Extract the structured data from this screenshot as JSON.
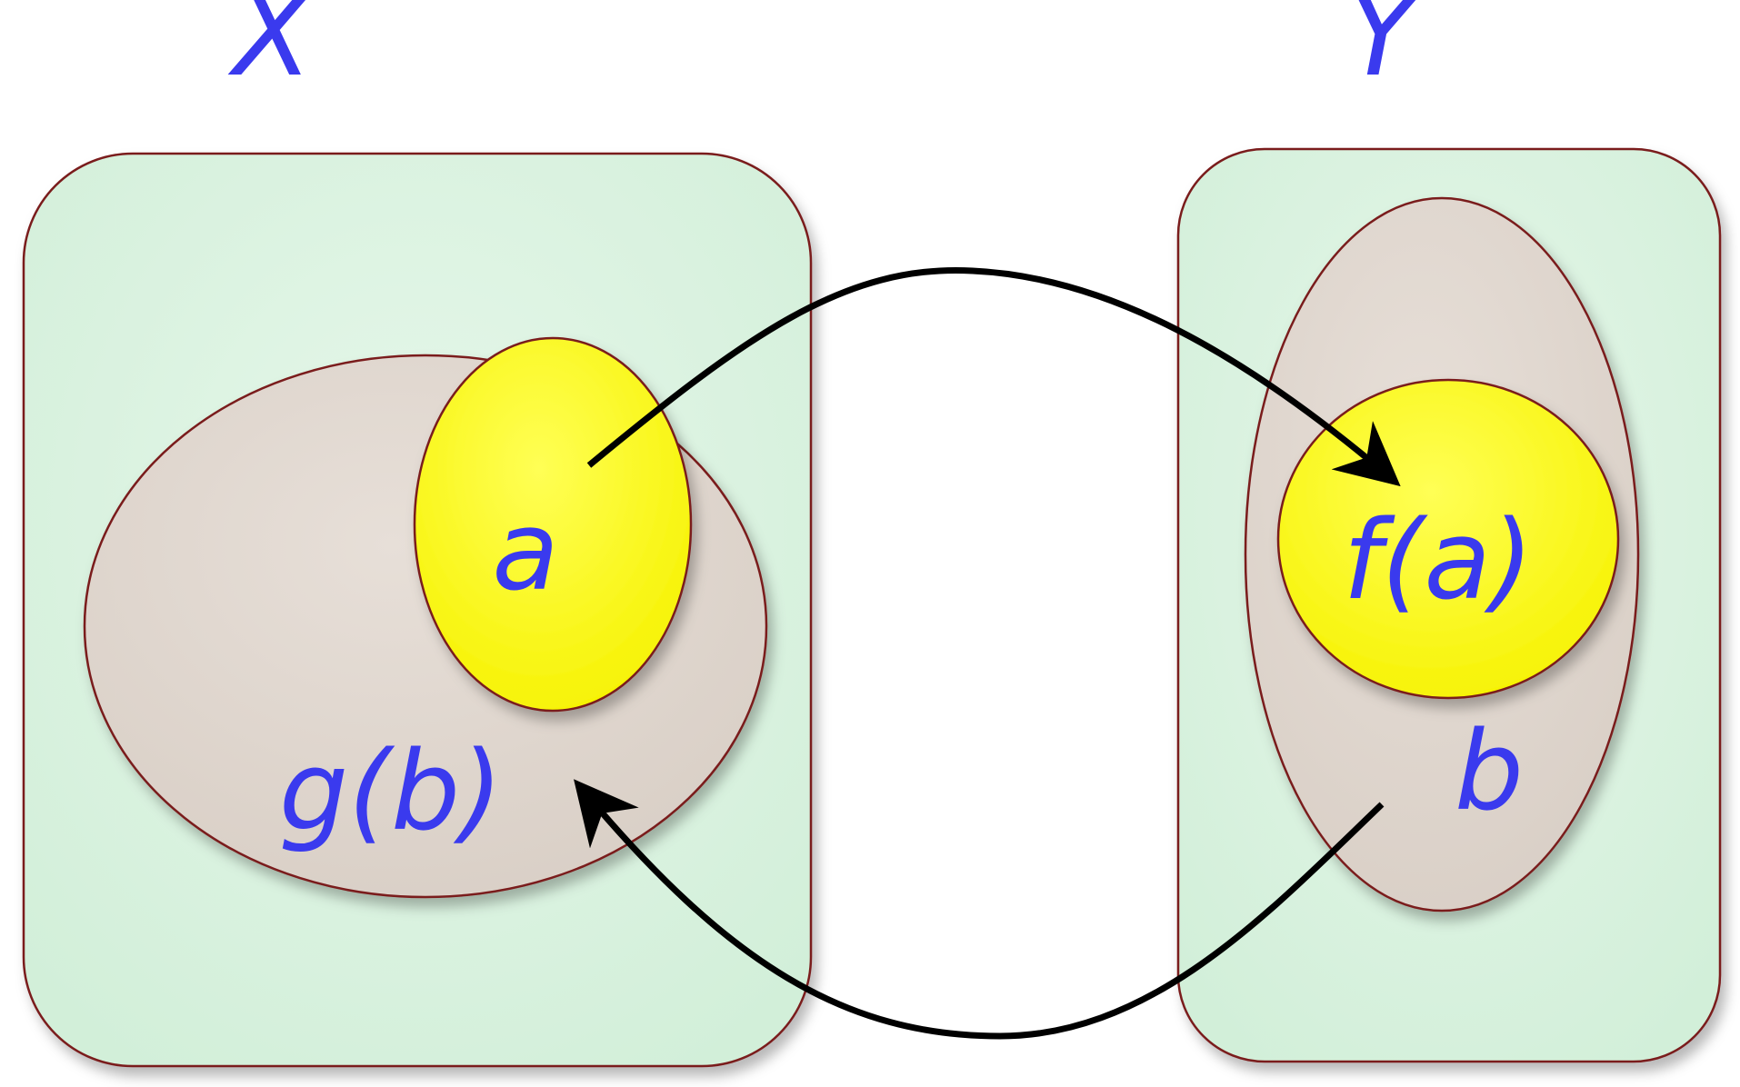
{
  "labels": {
    "set_x_title": "X",
    "set_y_title": "Y",
    "element_a": "a",
    "element_f_of_a": "f(a)",
    "element_b": "b",
    "element_g_of_b": "g(b)"
  },
  "colors": {
    "set_fill": "#d6f1dc",
    "set_stroke": "#7a1c1c",
    "outer_region_fill": "#dcd2c9",
    "inner_region_fill": "#ffff00",
    "label_text": "#3a3aee",
    "arrow": "#000000"
  }
}
